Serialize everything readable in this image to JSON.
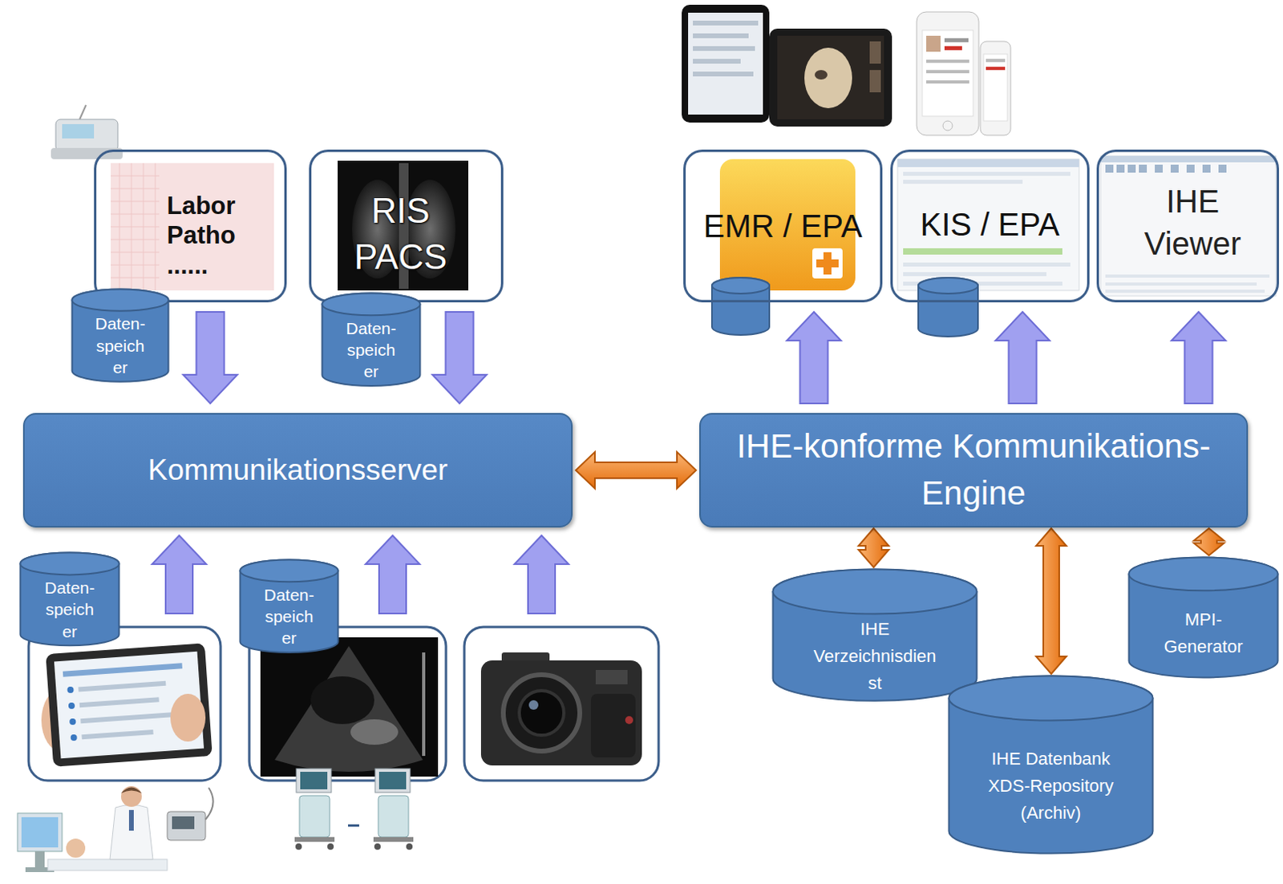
{
  "diagram": {
    "nodes": [
      {
        "text": [
          "Labor Patho ......"
        ]
      },
      {
        "text": [
          "RIS PACS"
        ]
      },
      {
        "text": [
          "EMR / EPA"
        ]
      },
      {
        "text": [
          "KIS / EPA"
        ]
      },
      {
        "text": [
          "IHE Viewer"
        ]
      },
      {
        "text": [
          "Daten- speich er"
        ]
      },
      {
        "text": [
          "Daten- speich er"
        ]
      },
      {
        "text": [
          "Kommunikationsserver"
        ]
      },
      {
        "text": [
          "IHE-konforme Kommunikations-Engine"
        ]
      },
      {
        "text": [
          "Daten- speich er"
        ]
      },
      {
        "text": [
          "Daten- speich er"
        ]
      },
      {
        "text": [
          "IHE Verzeichnisdien st"
        ]
      },
      {
        "text": [
          "MPI- Generator"
        ]
      },
      {
        "text": [
          "IHE Datenbank XDS-Repository (Archiv)"
        ]
      }
    ],
    "edges": [
      {
        "from": 0,
        "to": 7,
        "arrow": "to"
      },
      {
        "from": 1,
        "to": 7,
        "arrow": "to"
      },
      {
        "from": 8,
        "to": 2,
        "arrow": "to"
      },
      {
        "from": 8,
        "to": 3,
        "arrow": "to"
      },
      {
        "from": 8,
        "to": 4,
        "arrow": "to"
      },
      {
        "from": 7,
        "to": 8,
        "arrow": "both"
      },
      {
        "from": 8,
        "to": 11,
        "arrow": "both"
      },
      {
        "from": 8,
        "to": 13,
        "arrow": "both"
      },
      {
        "from": 8,
        "to": 12,
        "arrow": "both"
      }
    ]
  }
}
